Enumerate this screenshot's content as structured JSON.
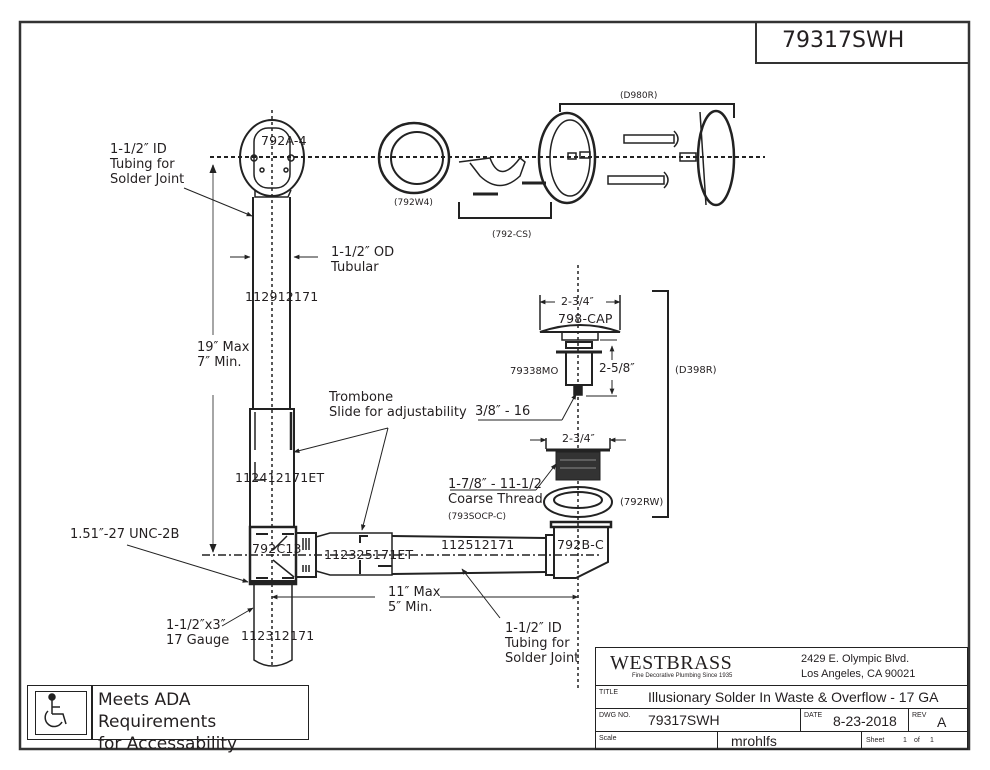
{
  "drawing_number_header": "79317SWH",
  "callouts": {
    "tubing_solder_top": [
      "1-1/2″ ID",
      "Tubing for",
      "Solder Joint"
    ],
    "od_tubular": [
      "1-1/2″ OD",
      "Tubular"
    ],
    "height_range": [
      "19″ Max",
      "7″ Min."
    ],
    "trombone": [
      "Trombone",
      "Slide for adjustability"
    ],
    "thread_spec": "1.51″-27 UNC-2B",
    "tailpiece": [
      "1-1/2″x3″",
      "17 Gauge"
    ],
    "length_range": [
      "11″ Max",
      "5″ Min."
    ],
    "tubing_solder_bottom": [
      "1-1/2″ ID",
      "Tubing for",
      "Solder Joint"
    ],
    "cap_width": "2-3/4″",
    "stopper_height": "2-5/8″",
    "stud_thread": "3/8″ - 16",
    "drain_width": "2-3/4″",
    "coarse_thread": [
      "1-7/8″ - 11-1/2",
      "Coarse Thread"
    ]
  },
  "part_numbers": {
    "overflow_elbow": "792A-4",
    "gasket": "(792W4)",
    "cross_bar_set": "(792-CS)",
    "overflow_faceplate_kit": "(D980R)",
    "overflow_tube": "112912171",
    "trombone_tube": "112412171ET",
    "tee": "792C13",
    "horizontal_slip": "112325171ET",
    "horizontal_tube": "112512171",
    "drain_elbow": "792B-C",
    "tailpiece": "112312171",
    "cap": "798-CAP",
    "stopper": "79338MO",
    "drain_kit": "(D398R)",
    "drain_flange": "(793SOCP-C)",
    "rubber_washer": "(792RW)"
  },
  "ada": {
    "icon": "wheelchair-accessibility-icon",
    "lines": [
      "Meets  ADA Requirements",
      "for Accessability"
    ]
  },
  "title_block": {
    "company": "WESTBRASS",
    "tagline": "Fine Decorative Plumbing Since 1935",
    "address_line1": "2429 E. Olympic Blvd.",
    "address_line2": "Los Angeles, CA 90021",
    "title_caption": "TITLE",
    "title": "Illusionary Solder In Waste & Overflow - 17 GA",
    "dwg_caption": "DWG NO.",
    "dwg_no": "79317SWH",
    "date_caption": "DATE",
    "date": "8-23-2018",
    "rev_caption": "REV",
    "rev": "A",
    "scale_caption": "Scale",
    "drawn_by": "mrohlfs",
    "sheet_caption": "Sheet",
    "sheet": "1",
    "of_caption": "of",
    "sheet_total": "1"
  }
}
